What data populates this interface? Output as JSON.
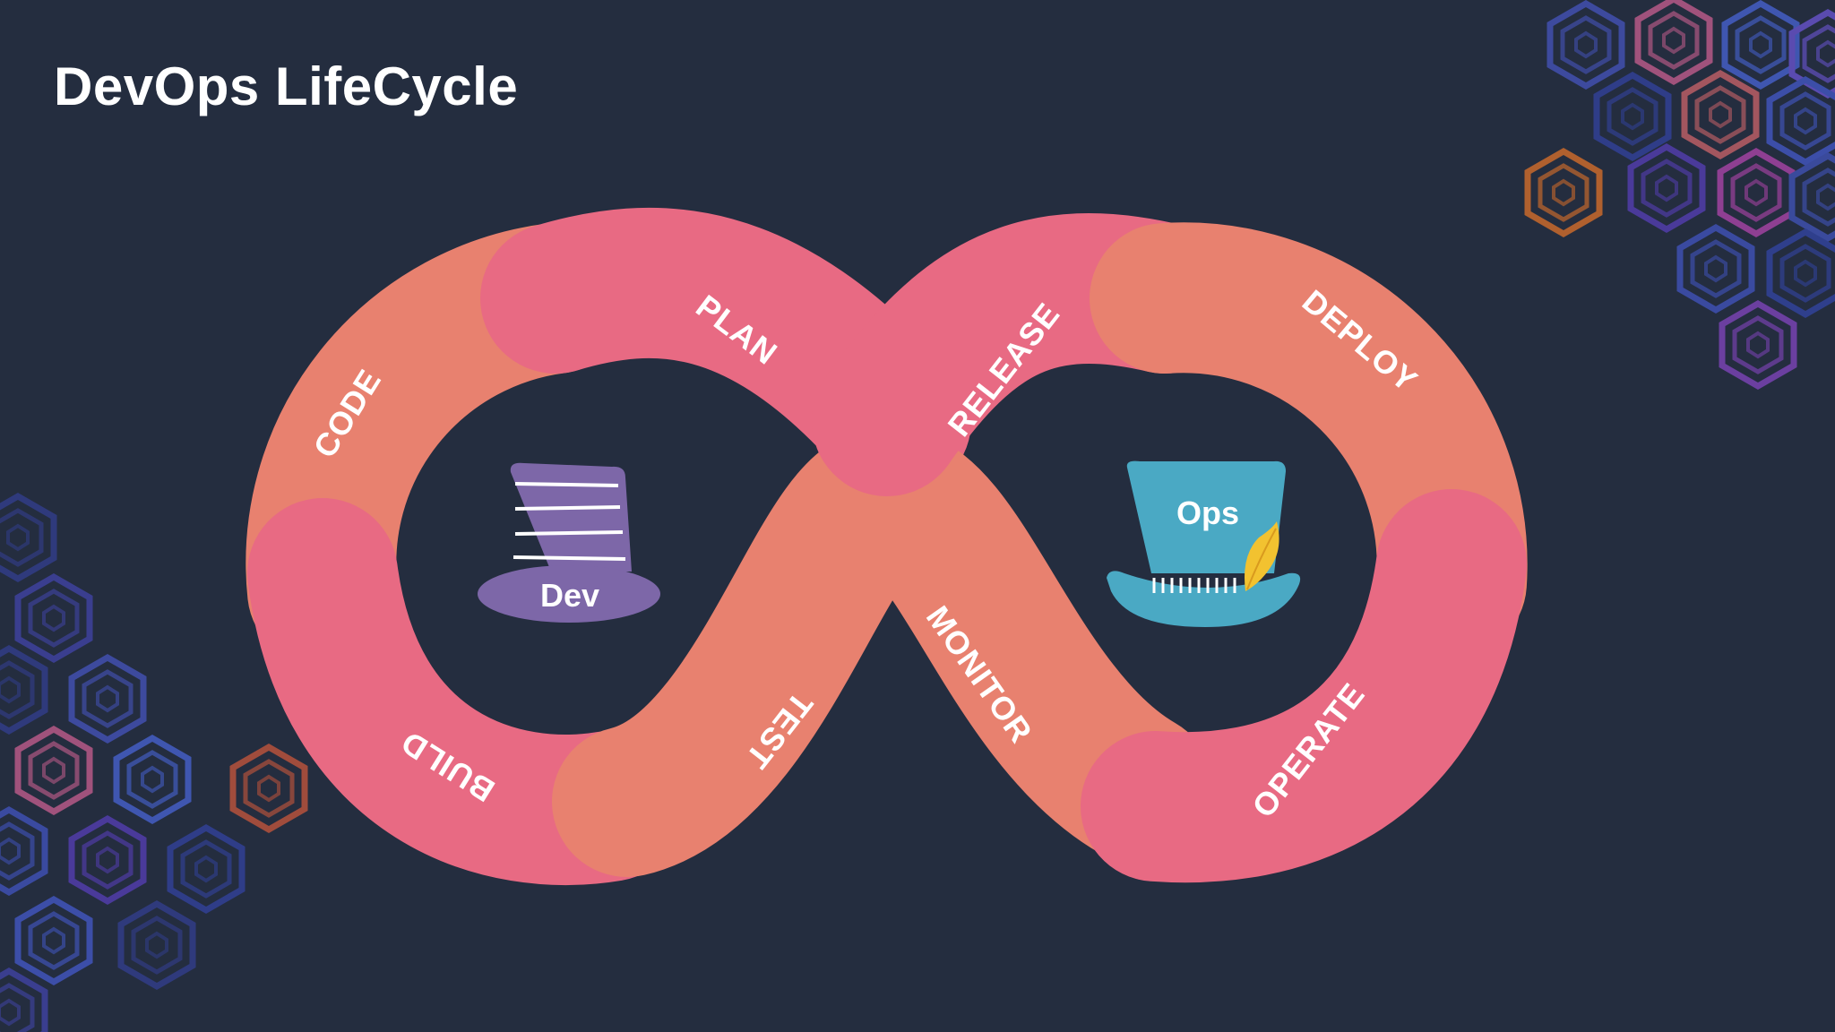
{
  "title": "DevOps LifeCycle",
  "stages": {
    "plan": "PLAN",
    "code": "CODE",
    "build": "BUILD",
    "test": "TEST",
    "release": "RELEASE",
    "deploy": "DEPLOY",
    "operate": "OPERATE",
    "monitor": "MONITOR"
  },
  "hats": {
    "dev": "Dev",
    "ops": "Ops"
  },
  "colors": {
    "background": "#242d3f",
    "pink": "#e86a83",
    "salmon": "#e8816f",
    "dev_hat": "#7d67a8",
    "ops_hat": "#4aa9c4",
    "feather": "#f2c230"
  },
  "icons": [
    "dev-hat-icon",
    "ops-hat-icon",
    "feather-icon",
    "hexagon-cube-pattern"
  ]
}
